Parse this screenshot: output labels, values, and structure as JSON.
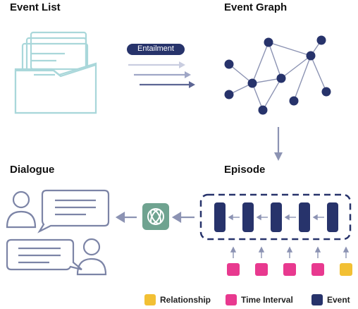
{
  "titles": {
    "event_list": "Event List",
    "event_graph": "Event Graph",
    "dialogue": "Dialogue",
    "episode": "Episode"
  },
  "arrow_label": "Entailment",
  "legend": {
    "relationship": "Relationship",
    "time_interval": "Time Interval",
    "event": "Event"
  },
  "colors": {
    "navy": "#27336b",
    "teal": "#a9d7da",
    "pink": "#e8398f",
    "yellow": "#f2c034",
    "gray_arrow": "#8c93b3",
    "gpt_green": "#6fa390"
  }
}
